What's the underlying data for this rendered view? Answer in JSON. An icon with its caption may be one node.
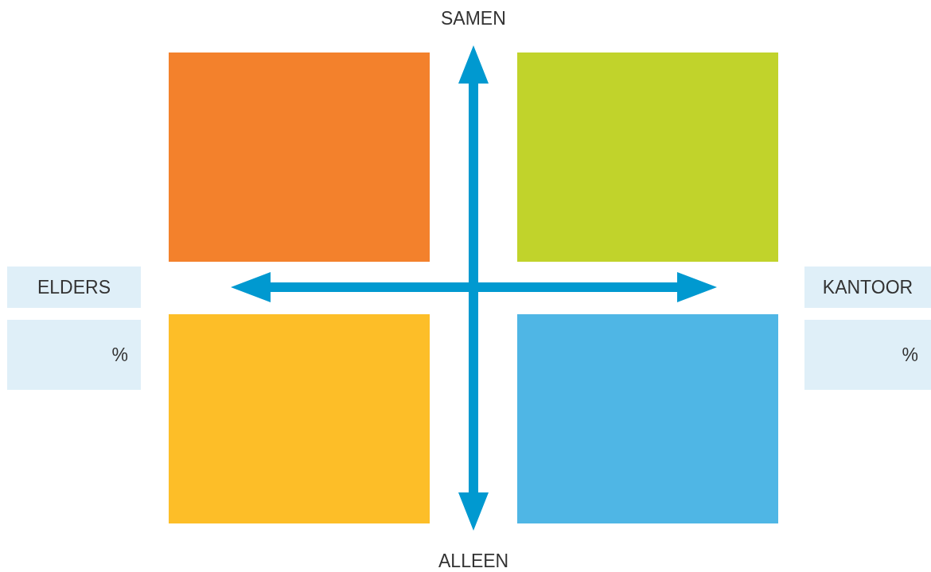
{
  "diagram": {
    "nodes": [
      {
        "text": [],
        "shape": "box"
      },
      {
        "text": [],
        "shape": "box"
      },
      {
        "text": [
          "ELDERS"
        ]
      },
      {
        "text": [
          "KANTOOR"
        ]
      },
      {
        "text": [],
        "shape": "box"
      },
      {
        "text": [],
        "shape": "box"
      },
      {
        "text": [
          "%"
        ]
      },
      {
        "text": [
          "%"
        ]
      }
    ],
    "edges": [],
    "labels": [
      "SAMEN",
      "ALLEEN"
    ]
  }
}
